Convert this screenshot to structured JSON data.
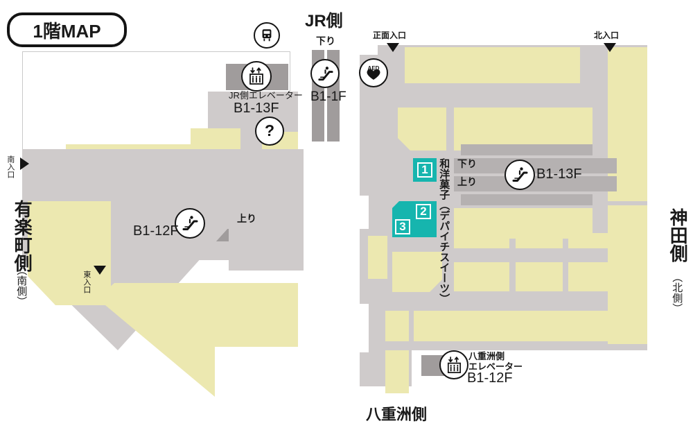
{
  "title": {
    "text": "1階MAP"
  },
  "colors": {
    "floor_gray": "#cfcbcb",
    "shop_yellow": "#ece8b0",
    "band_gray": "#a09c9c",
    "marker_teal": "#16b5ae",
    "ink": "#141414"
  },
  "left_building": {
    "side_label_main": "有楽町側",
    "side_label_sub": "（南側）",
    "entrances": [
      {
        "name": "south-entrance",
        "label": "南入口",
        "arrow": "triangle-right"
      },
      {
        "name": "east-entrance",
        "label": "東入口",
        "arrow": "triangle-down"
      }
    ],
    "train_icon": "train-icon",
    "info_icon": "question-mark-icon",
    "elevator": {
      "icon": "elevator-icon",
      "label": "JR側エレベーター",
      "floors": "B1-13F"
    },
    "escalator": {
      "icon": "escalator-icon",
      "floors": "B1-12F",
      "direction": "上り"
    }
  },
  "jr_section": {
    "heading": "JR側",
    "direction": "下り",
    "escalator_icon": "escalator-icon",
    "floors": "B1-1F"
  },
  "right_building": {
    "side_label_main": "神田側",
    "side_label_sub": "（北側）",
    "bottom_label": "八重洲側",
    "entrances": [
      {
        "name": "front-entrance",
        "label": "正面入口",
        "arrow": "triangle-down"
      },
      {
        "name": "north-entrance",
        "label": "北入口",
        "arrow": "triangle-down"
      }
    ],
    "aed": {
      "icon": "aed-heart-icon",
      "label": "AED"
    },
    "category_label": "和洋菓子（デパイチスイーツ）",
    "escalator": {
      "icon": "escalator-icon",
      "down": "下り",
      "up": "上り",
      "floors": "B1-13F"
    },
    "elevator": {
      "icon": "elevator-icon",
      "label_line1": "八重洲側",
      "label_line2": "エレベーター",
      "floors": "B1-12F"
    },
    "markers": [
      {
        "id": "1",
        "label": "1"
      },
      {
        "id": "2",
        "label": "2"
      },
      {
        "id": "3",
        "label": "3"
      }
    ]
  }
}
